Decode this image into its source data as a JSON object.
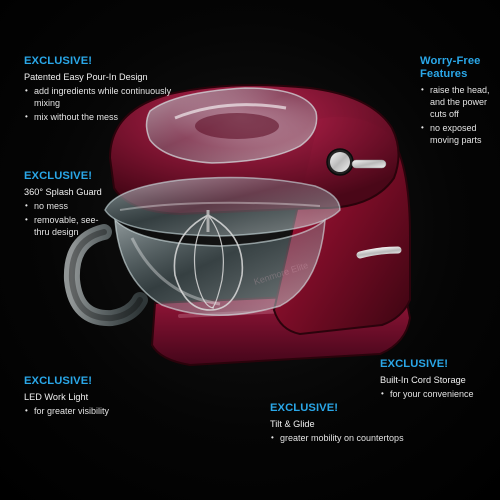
{
  "callouts": {
    "pour_in": {
      "heading": "EXCLUSIVE!",
      "title": "Patented Easy Pour-In Design",
      "bullets": [
        "add ingredients while continuously mixing",
        "mix without the mess"
      ]
    },
    "splash_guard": {
      "heading": "EXCLUSIVE!",
      "title": "360° Splash Guard",
      "bullets": [
        "no mess",
        "removable, see-thru design"
      ]
    },
    "work_light": {
      "heading": "EXCLUSIVE!",
      "title": "LED Work Light",
      "bullets": [
        "for greater visibility"
      ]
    },
    "tilt_glide": {
      "heading": "EXCLUSIVE!",
      "title": "Tilt & Glide",
      "bullets": [
        "greater mobility on countertops"
      ]
    },
    "cord_storage": {
      "heading": "EXCLUSIVE!",
      "title": "Built-In Cord Storage",
      "bullets": [
        "for your convenience"
      ]
    },
    "worry_free": {
      "heading": "Worry-Free Features",
      "bullets": [
        "raise the head, and the power cuts off",
        "no exposed moving parts"
      ]
    }
  },
  "product": {
    "brand_text": "Kenmore Elite",
    "colors": {
      "body": "#8f0f2e",
      "body_highlight": "#c04065",
      "body_shadow": "#3b0511",
      "chrome": "#d9d9d9",
      "glass": "#b7c3c6"
    }
  }
}
